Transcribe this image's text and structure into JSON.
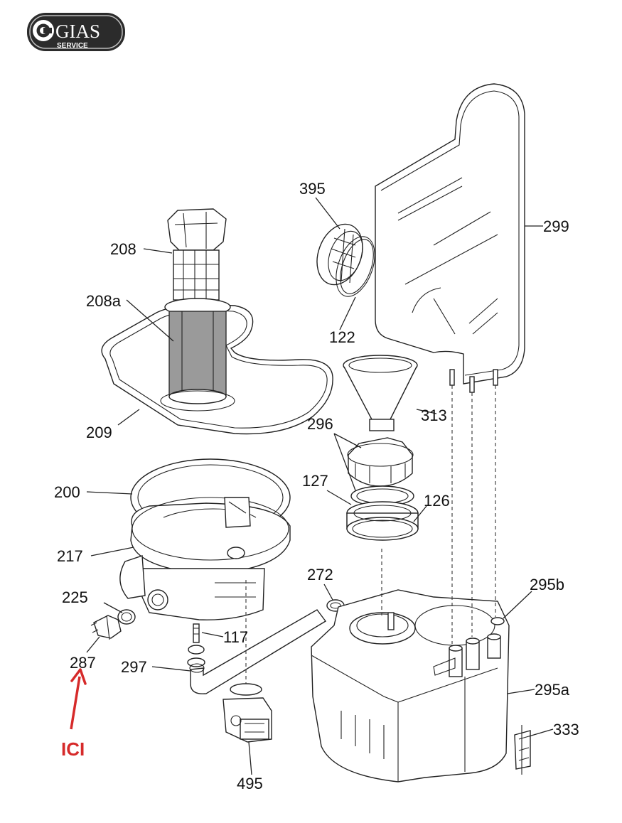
{
  "logo": {
    "brand": "GIAS",
    "sub": "SERVICE"
  },
  "callout": {
    "text": "ICI",
    "color": "#d62a2a"
  },
  "labels": {
    "l208": "208",
    "l208a": "208a",
    "l209": "209",
    "l395": "395",
    "l122": "122",
    "l299": "299",
    "l313": "313",
    "l296": "296",
    "l127": "127",
    "l126": "126",
    "l200": "200",
    "l217": "217",
    "l225": "225",
    "l287": "287",
    "l117": "117",
    "l297": "297",
    "l272": "272",
    "l295b": "295b",
    "l295a": "295a",
    "l333": "333",
    "l495": "495"
  }
}
